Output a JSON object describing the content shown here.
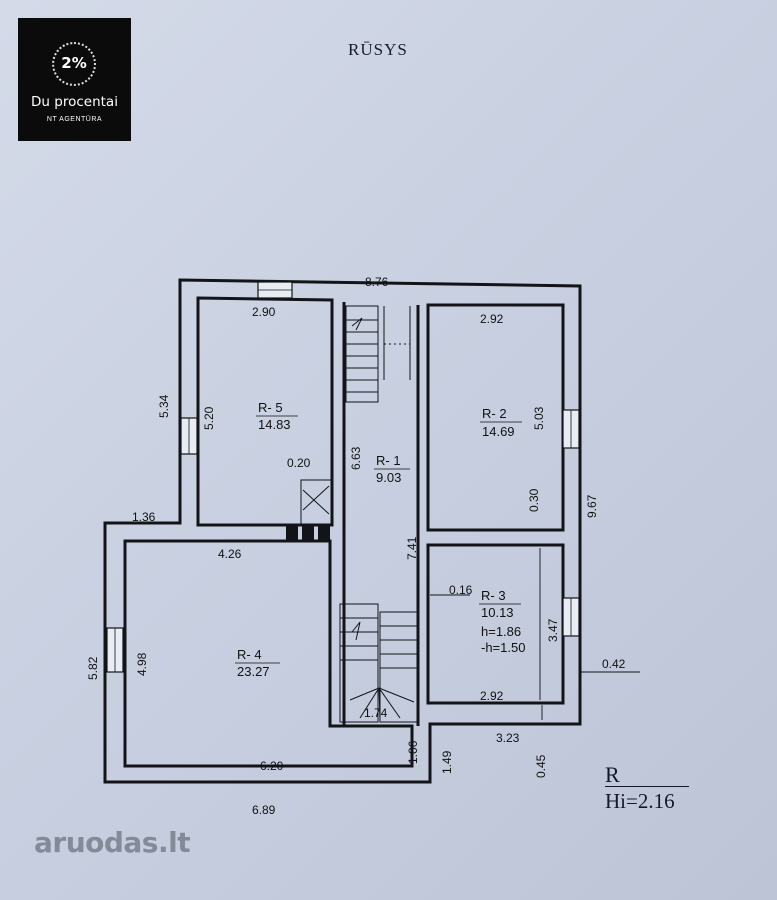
{
  "logo": {
    "name": "Du procentai",
    "subtitle": "NT AGENTŪRA",
    "mark": "2%"
  },
  "title": "RŪSYS",
  "rooms": [
    {
      "id": "R- 5",
      "area": "14.83"
    },
    {
      "id": "R- 1",
      "area": "9.03"
    },
    {
      "id": "R- 2",
      "area": "14.69"
    },
    {
      "id": "R- 3",
      "area": "10.13",
      "h": "h=1.86",
      "neg_h": "-h=1.50"
    },
    {
      "id": "R- 4",
      "area": "23.27"
    }
  ],
  "dimensions": {
    "d876": "8.76",
    "d290": "2.90",
    "d292_top": "2.92",
    "d534": "5.34",
    "d520": "5.20",
    "d503": "5.03",
    "d663": "6.63",
    "d020": "0.20",
    "d030": "0.30",
    "d967": "9.67",
    "d136": "1.36",
    "d426": "4.26",
    "d741": "7.41",
    "d016": "0.16",
    "d347": "3.47",
    "d582": "5.82",
    "d498": "4.98",
    "d042": "0.42",
    "d292_bot": "2.92",
    "d174": "1.74",
    "d323": "3.23",
    "d106": "1.06",
    "d149": "1.49",
    "d045": "0.45",
    "d620": "6.20",
    "d689": "6.89"
  },
  "legend": {
    "r": "R",
    "hi": "Hi=2.16"
  },
  "watermark": "aruodas.lt"
}
